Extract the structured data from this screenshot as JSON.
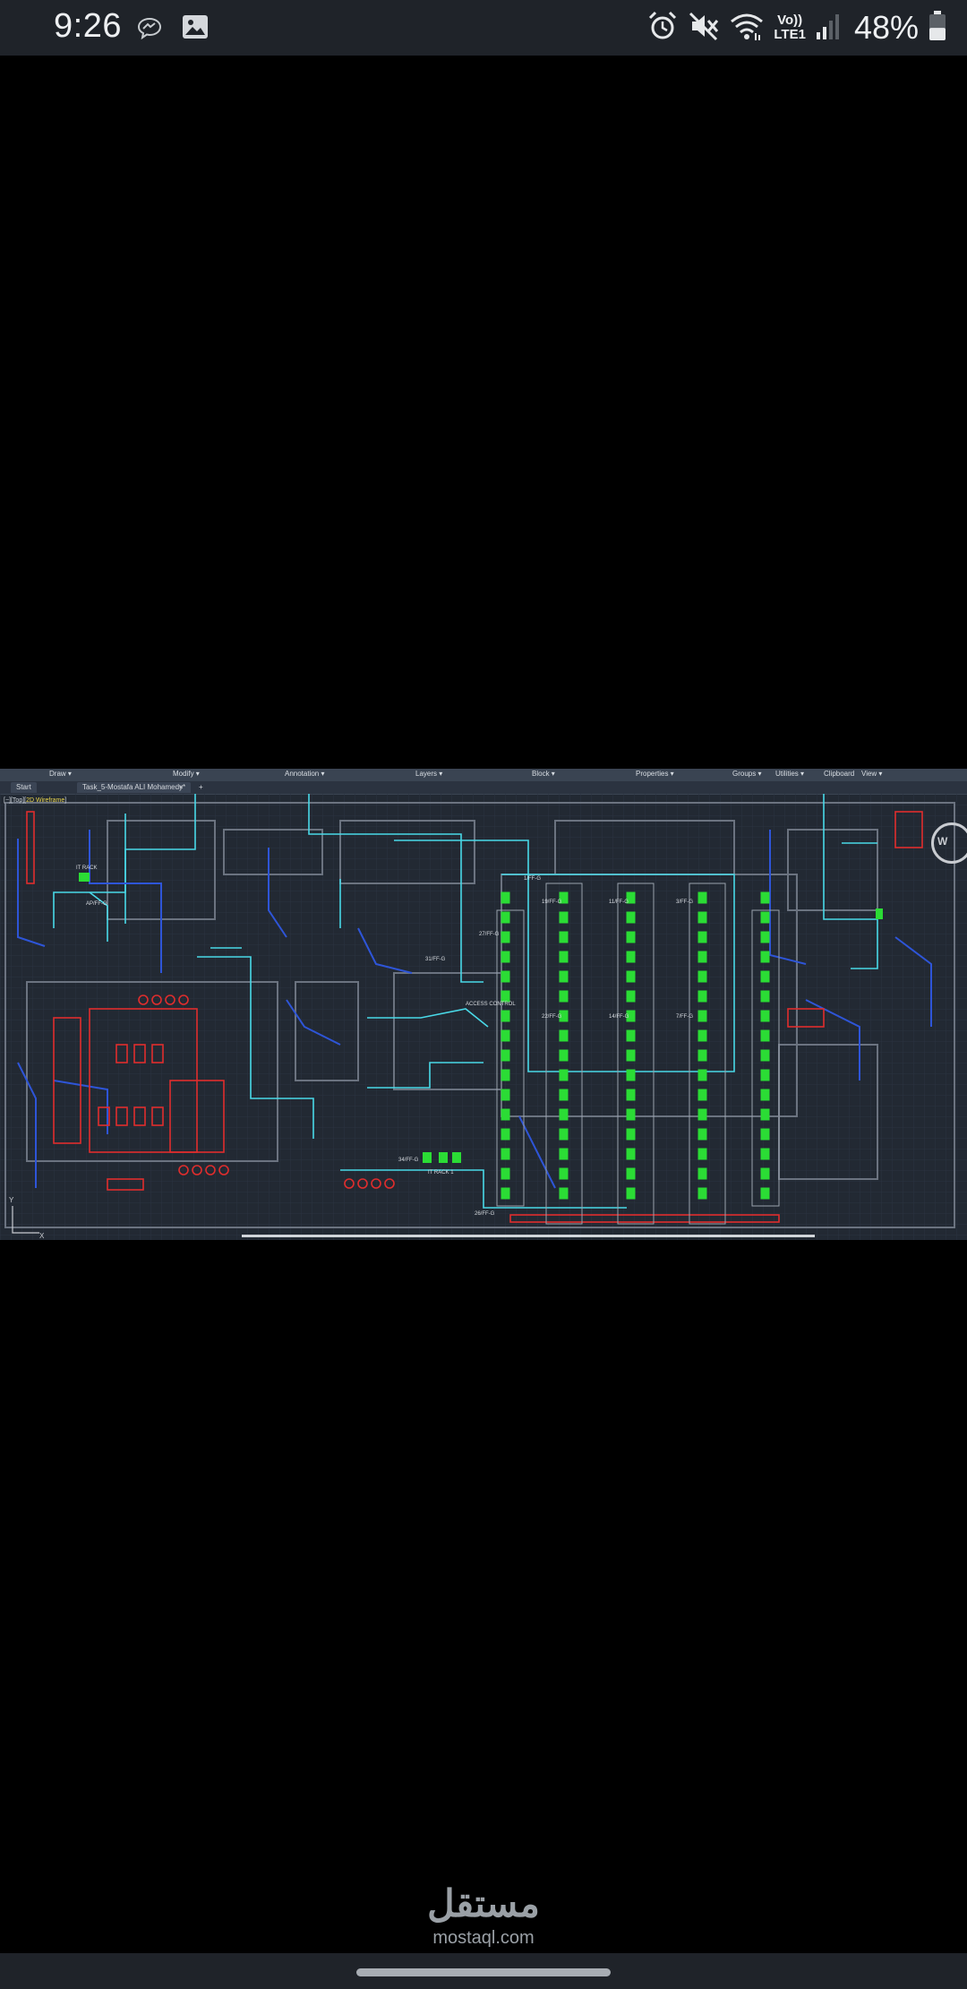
{
  "status_bar": {
    "time": "9:26",
    "left_icons": [
      "messenger-icon",
      "gallery-icon"
    ],
    "right_icons": [
      "alarm-icon",
      "mute-icon",
      "wifi-icon",
      "volte-icon",
      "signal-icon",
      "battery-icon"
    ],
    "volte_top": "Vo))",
    "volte_bottom": "LTE1",
    "battery_percent": "48%",
    "battery_level": 0.48
  },
  "screenshot": {
    "ribbon_panels": [
      "Draw ▾",
      "Modify ▾",
      "Annotation ▾",
      "Layers ▾",
      "Block ▾",
      "Properties ▾",
      "Groups ▾",
      "Utilities ▾",
      "Clipboard",
      "View ▾"
    ],
    "file_tabs": [
      "Start",
      "Task_5-Mostafa ALI Mohamedy*",
      "×",
      "+"
    ],
    "viewport_prefix": "[−][Top][",
    "viewport_highlight": "2D Wireframe",
    "viewport_suffix": "]",
    "compass_letter": "W",
    "annotations": [
      "IT RACK",
      "AP/FF-G",
      "ACCESS CONTROL",
      "IT RACK 1",
      "27/FF-G",
      "19/FF-G",
      "11/FF-G",
      "3/FF-G",
      "1/FF-G",
      "31/FF-G",
      "22/FF-G",
      "14/FF-G",
      "7/FF-G",
      "34/FF-G",
      "26/FF-G"
    ]
  },
  "watermark": {
    "arabic": "مستقل",
    "latin": "mostaql.com"
  },
  "colors": {
    "status_bar_bg": "#1f2329",
    "drawing_bg": "#222933",
    "cad_cyan": "#49d9e8",
    "cad_green": "#2bdc35",
    "cad_red": "#e02d2d",
    "cad_blue": "#2e55d8"
  }
}
